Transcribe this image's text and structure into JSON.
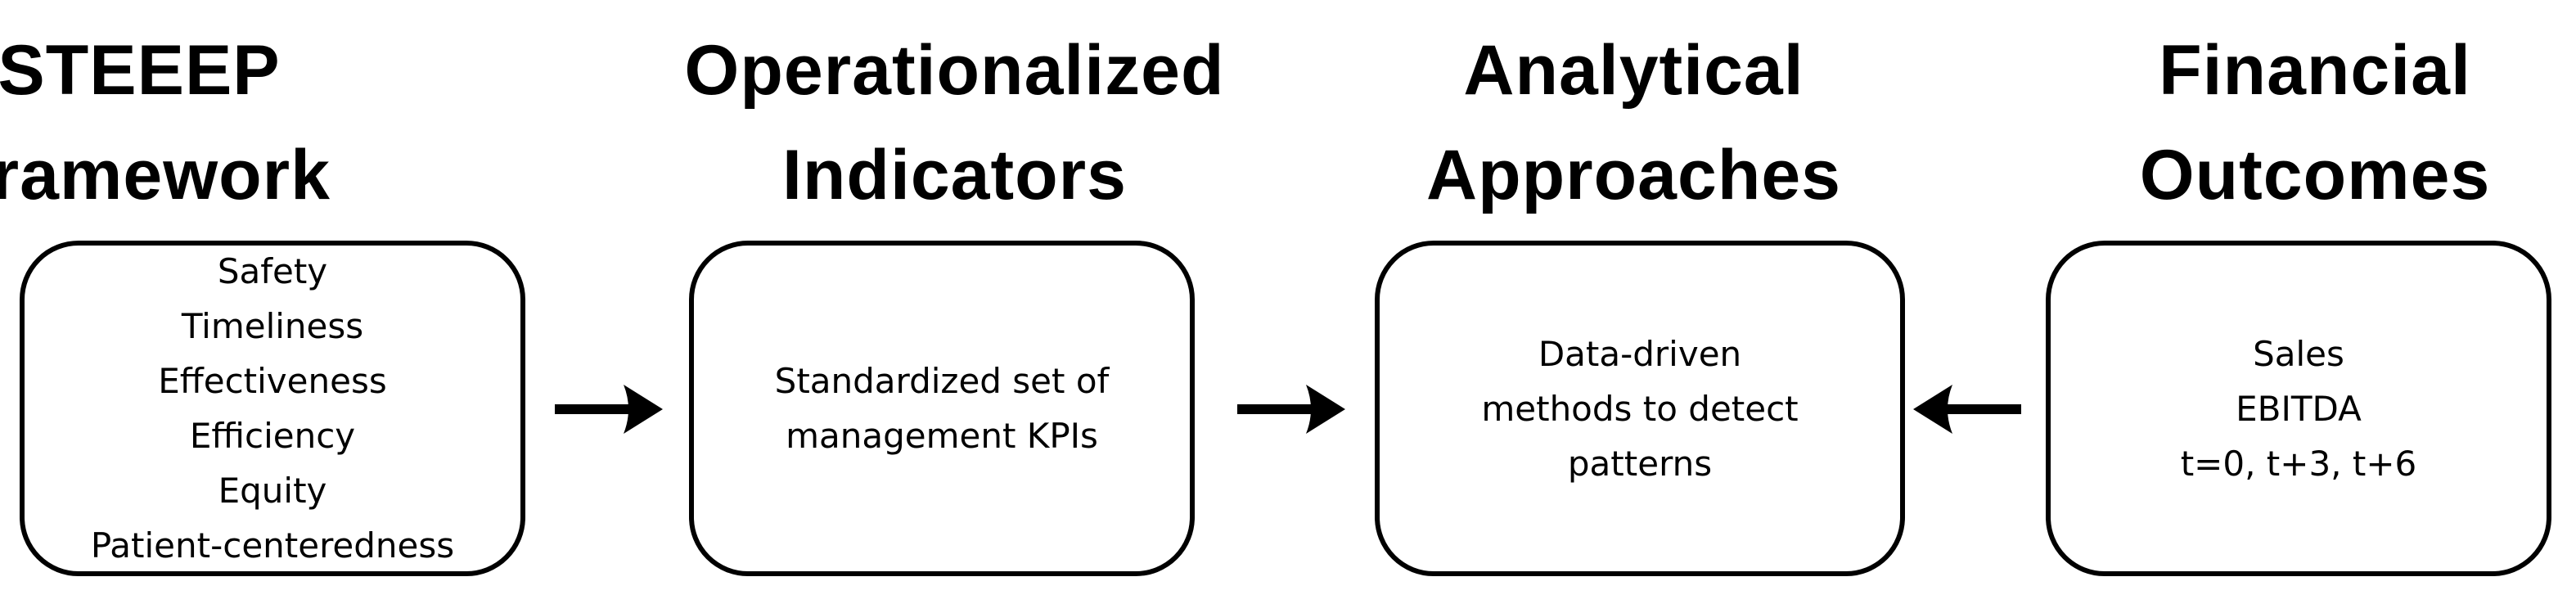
{
  "columns": [
    {
      "title_lines": [
        "STEEEP",
        "Framework"
      ],
      "box_lines": [
        "Safety",
        "Timeliness",
        "Effectiveness",
        "Efficiency",
        "Equity",
        "Patient-centeredness"
      ]
    },
    {
      "title_lines": [
        "Operationalized",
        "Indicators"
      ],
      "box_lines": [
        "Standardized set of",
        "management KPIs"
      ]
    },
    {
      "title_lines": [
        "Analytical",
        "Approaches"
      ],
      "box_lines": [
        "Data-driven",
        "methods to detect",
        "patterns"
      ]
    },
    {
      "title_lines": [
        "Financial",
        "Outcomes"
      ],
      "box_lines": [
        "Sales",
        "EBITDA",
        "t=0, t+3, t+6"
      ]
    }
  ],
  "arrows": [
    {
      "from": "STEEEP Framework",
      "to": "Operationalized Indicators",
      "direction": "right"
    },
    {
      "from": "Operationalized Indicators",
      "to": "Analytical Approaches",
      "direction": "right"
    },
    {
      "from": "Financial Outcomes",
      "to": "Analytical Approaches",
      "direction": "left"
    }
  ],
  "colors": {
    "stroke": "#000000",
    "background": "#ffffff"
  }
}
